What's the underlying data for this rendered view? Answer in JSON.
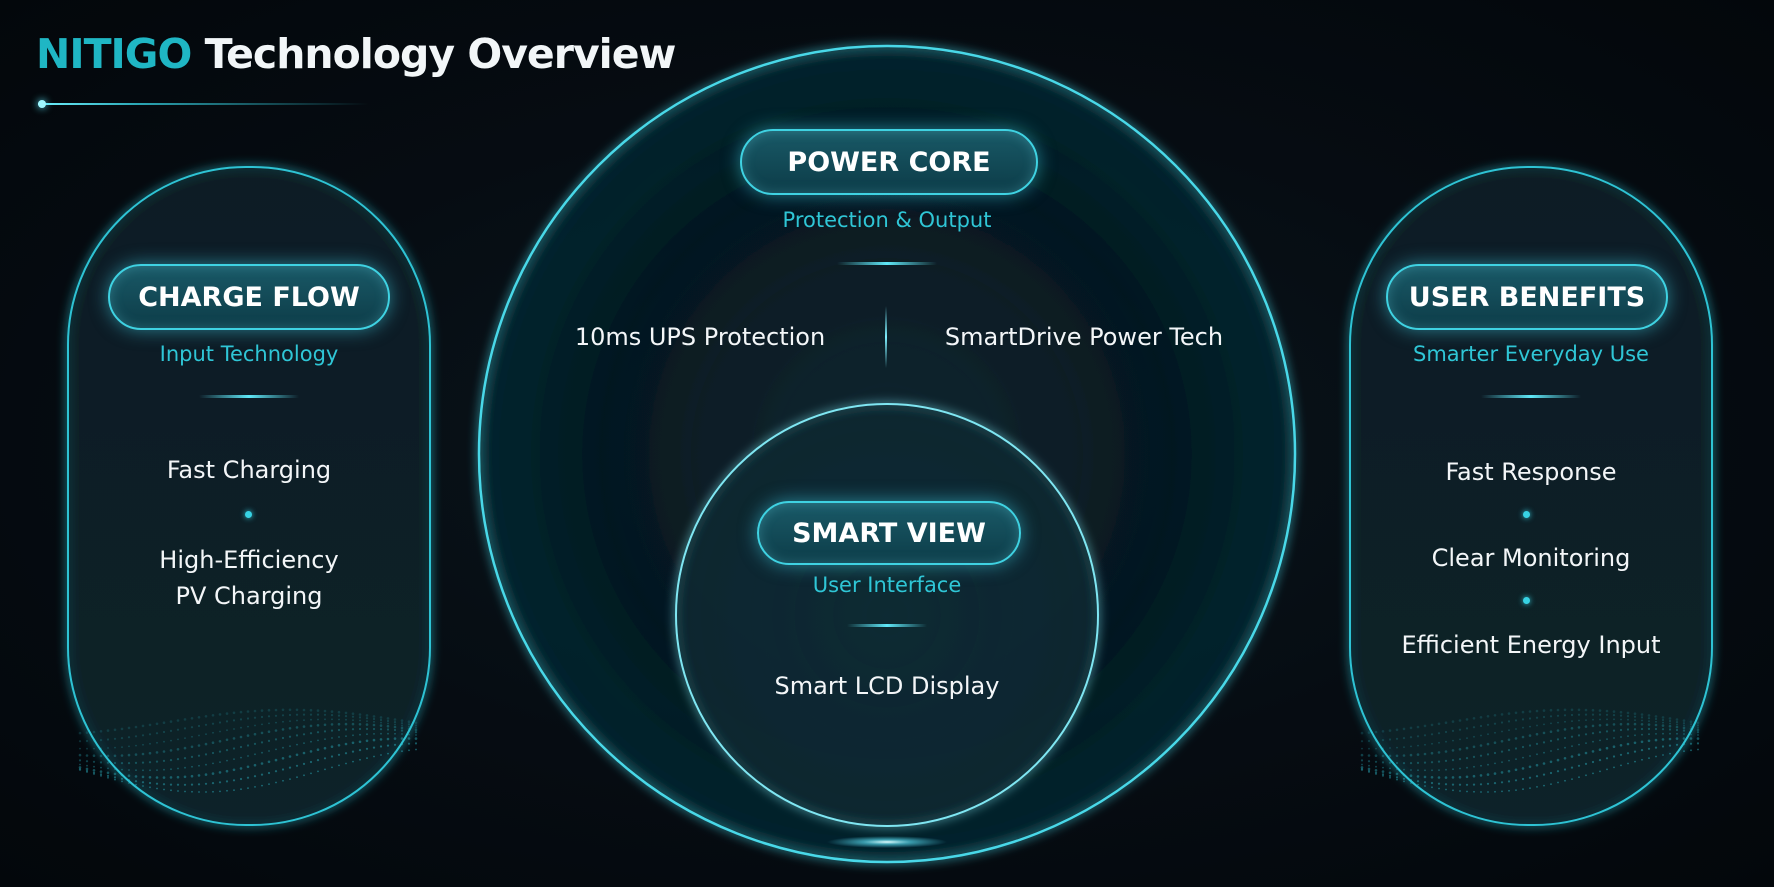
{
  "header": {
    "brand": "NITIGO",
    "title_rest": "Technology Overview"
  },
  "panels": {
    "charge_flow": {
      "title": "CHARGE FLOW",
      "subtitle": "Input Technology",
      "items": [
        "Fast Charging",
        "High-Efficiency",
        "PV Charging"
      ]
    },
    "power_core": {
      "title": "POWER CORE",
      "subtitle": "Protection & Output",
      "left_item": "10ms UPS Protection",
      "right_item": "SmartDrive Power Tech"
    },
    "smart_view": {
      "title": "SMART VIEW",
      "subtitle": "User Interface",
      "item": "Smart LCD Display"
    },
    "user_benefits": {
      "title": "USER BENEFITS",
      "subtitle": "Smarter Everyday Use",
      "items": [
        "Fast Response",
        "Clear Monitoring",
        "Efficient Energy Input"
      ]
    }
  },
  "colors": {
    "accent": "#1fb6c4",
    "accent_light": "#3fd2e2",
    "background": "#05090e",
    "text": "#f3f6f8"
  }
}
